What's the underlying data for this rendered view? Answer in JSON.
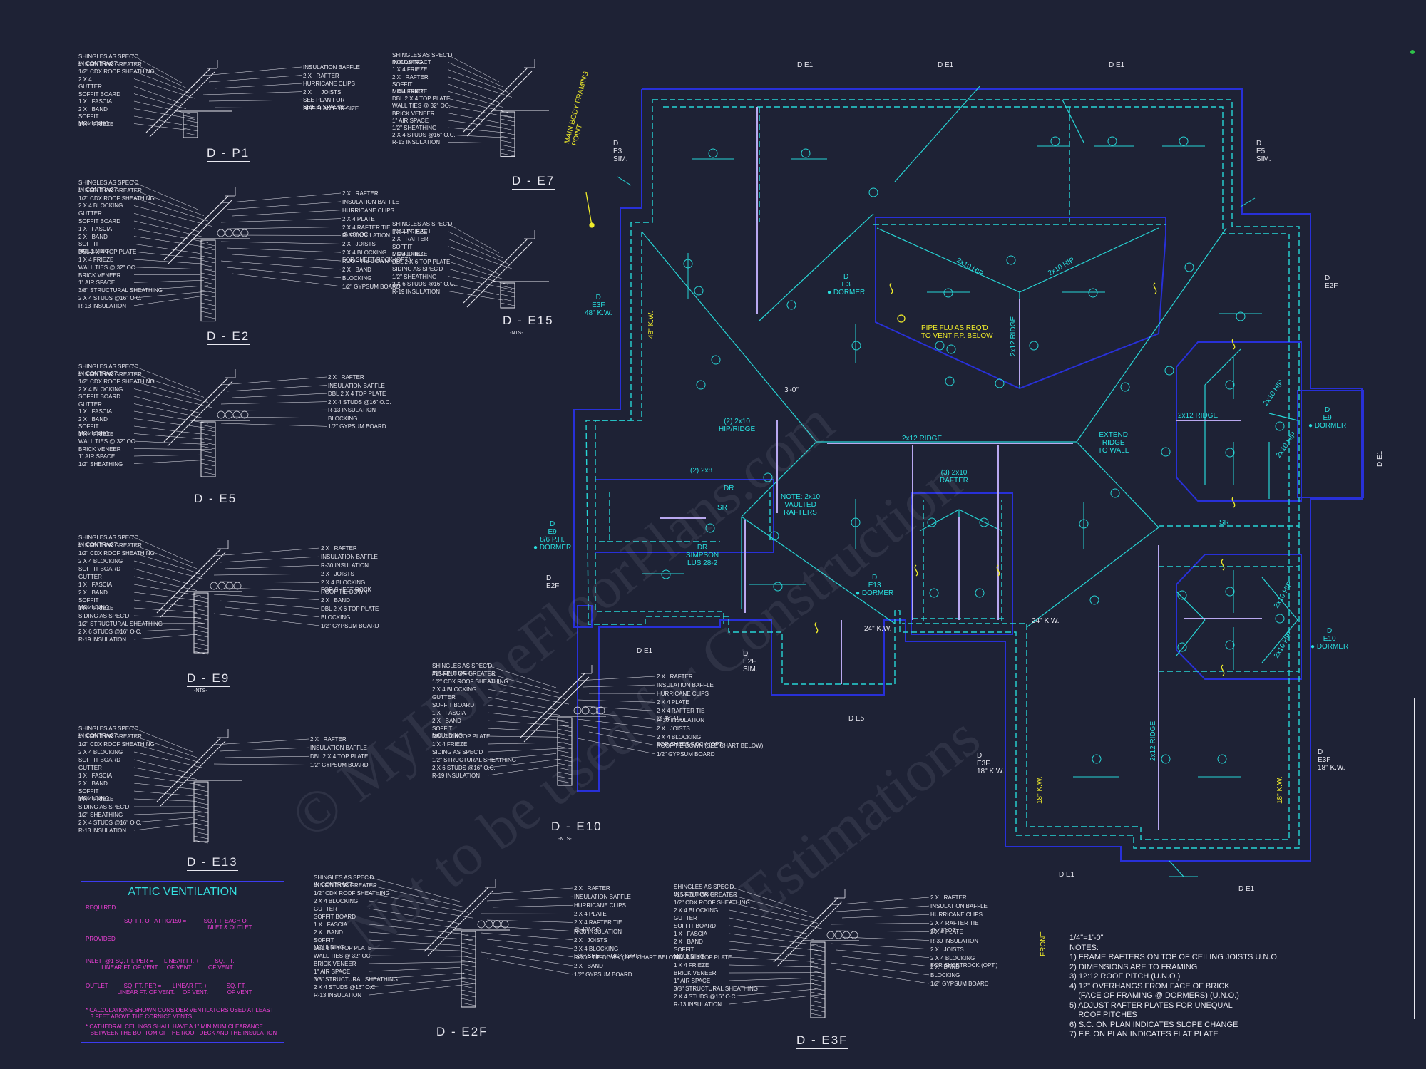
{
  "details": [
    {
      "id": "d-p1",
      "title": "D - P1",
      "labels": [
        "SHINGLES AS SPEC'D\nIN CONTRACT",
        "#15 FELT OR GREATER",
        "1/2\" CDX ROOF SHEATHING",
        "2 X 4",
        "GUTTER",
        "SOFFIT BOARD",
        "1 X   FASCIA",
        "2 X   BAND",
        "SOFFIT\nMOULDING",
        "1 X 4 FRIEZE"
      ],
      "right": [
        "INSULATION BAFFLE",
        "2 X   RAFTER",
        "HURRICANE CLIPS",
        "2 X __ JOISTS",
        "SEE PLAN FOR\nSIZE & SPACING",
        "SEE PLAN FOR SIZE"
      ]
    },
    {
      "id": "d-e2",
      "title": "D - E2",
      "labels": [
        "SHINGLES AS SPEC'D\nIN CONTRACT",
        "#15 FELT OR GREATER",
        "1/2\" CDX ROOF SHEATHING",
        "2 X 4 BLOCKING",
        "GUTTER",
        "SOFFIT BOARD",
        "1 X   FASCIA",
        "2 X   BAND",
        "SOFFIT\nMOULDING",
        "DBL 2 X 4 TOP PLATE",
        "1 X 4 FRIEZE",
        "WALL TIES @ 32\" OC.",
        "BRICK VENEER",
        "1\" AIR SPACE",
        "3/8\" STRUCTURAL SHEATHING",
        "2 X 4 STUDS @16\" O.C.",
        "R-13 INSULATION"
      ],
      "right": [
        "2 X   RAFTER",
        "INSULATION BAFFLE",
        "HURRICANE CLIPS",
        "2 X 4 PLATE",
        "2 X 4 RAFTER TIE\n@ 48\" OC.",
        "R-30 INSULATION",
        "2 X   JOISTS",
        "2 X 4 BLOCKING\nFOR SHEET ROCK (OPT.)",
        "ROOF TIE DOWN",
        "2 X   BAND",
        "BLOCKING",
        "1/2\" GYPSUM BOARD"
      ]
    },
    {
      "id": "d-e5",
      "title": "D - E5",
      "labels": [
        "SHINGLES AS SPEC'D\nIN CONTRACT",
        "#15 FELT OR GREATER",
        "1/2\" CDX ROOF SHEATHING",
        "2 X 4 BLOCKING",
        "SOFFIT BOARD",
        "GUTTER",
        "1 X   FASCIA",
        "2 X   BAND",
        "SOFFIT\nMOULDING",
        "1 X 4 FRIEZE",
        "WALL TIES @ 32\" OC.",
        "BRICK VENEER",
        "1\" AIR SPACE",
        "1/2\" SHEATHING"
      ],
      "right": [
        "2 X   RAFTER",
        "INSULATION BAFFLE",
        "DBL 2 X 4 TOP PLATE",
        "2 X 4 STUDS @16\" O.C.",
        "R-13 INSULATION",
        "BLOCKING",
        "1/2\" GYPSUM BOARD"
      ]
    },
    {
      "id": "d-e9",
      "title": "D - E9",
      "nts": "-NTS-",
      "labels": [
        "SHINGLES AS SPEC'D\nIN CONTRACT",
        "#15 FELT OR GREATER",
        "1/2\" CDX ROOF SHEATHING",
        "2 X 4 BLOCKING",
        "SOFFIT BOARD",
        "GUTTER",
        "1 X   FASCIA",
        "2 X   BAND",
        "SOFFIT\nMOULDING",
        "1 X 4 FRIEZE",
        "SIDING AS SPEC'D",
        "1/2\" STRUCTURAL SHEATHING",
        "2 X 6 STUDS @16\" O.C.",
        "R-19 INSULATION"
      ],
      "right": [
        "2 X   RAFTER",
        "INSULATION BAFFLE",
        "R-30 INSULATION",
        "2 X   JOISTS",
        "2 X 4 BLOCKING\nFOR SHEET ROCK",
        "ROOF TIE DOWN",
        "2 X   BAND",
        "DBL 2 X 6 TOP PLATE",
        "BLOCKING",
        "1/2\" GYPSUM BOARD"
      ]
    },
    {
      "id": "d-e13",
      "title": "D - E13",
      "labels": [
        "SHINGLES AS SPEC'D\nIN CONTRACT",
        "#15 FELT OR GREATER",
        "1/2\" CDX ROOF SHEATHING",
        "2 X 4 BLOCKING",
        "SOFFIT BOARD",
        "GUTTER",
        "1 X   FASCIA",
        "2 X   BAND",
        "SOFFIT\nMOULDING",
        "1 X 4 FRIEZE",
        "SIDING AS SPEC'D",
        "1/2\" SHEATHING",
        "2 X 4 STUDS @16\" O.C.",
        "R-13 INSULATION"
      ],
      "right": [
        "2 X   RAFTER",
        "INSULATION BAFFLE",
        "DBL 2 X 4 TOP PLATE",
        "1/2\" GYPSUM BOARD"
      ]
    },
    {
      "id": "d-e7",
      "title": "D - E7",
      "labels": [
        "SHINGLES AS SPEC'D\nIN CONTRACT",
        "MOULDING",
        "1 X 4 FRIEZE",
        "2 X   RAFTER",
        "SOFFIT\nMOULDING",
        "1 X 4 FRIEZE",
        "DBL 2 X 4 TOP PLATE",
        "WALL TIES @ 32\" OC.",
        "BRICK VENEER",
        "1\" AIR SPACE",
        "1/2\" SHEATHING",
        "2 X 4 STUDS @16\" O.C.",
        "R-13 INSULATION"
      ],
      "right": []
    },
    {
      "id": "d-e15",
      "title": "D - E15",
      "nts": "-NTS-",
      "labels": [
        "SHINGLES AS SPEC'D\nIN CONTRACT",
        "1 X 4 FRIEZE",
        "2 X   RAFTER",
        "SOFFIT\nMOULDING",
        "1 X 4 FRIEZE",
        "DBL 2 X 6 TOP PLATE",
        "SIDING AS SPEC'D",
        "1/2\" SHEATHING",
        "2 X 6 STUDS @16\" O.C.",
        "R-19 INSULATION"
      ],
      "right": []
    },
    {
      "id": "d-e10",
      "title": "D - E10",
      "nts": "-NTS-",
      "labels": [
        "SHINGLES AS SPEC'D\nIN CONTRACT",
        "#15 FELT OR GREATER",
        "1/2\" CDX ROOF SHEATHING",
        "2 X 4 BLOCKING",
        "GUTTER",
        "SOFFIT BOARD",
        "1 X   FASCIA",
        "2 X   BAND",
        "SOFFIT\nMOULDING",
        "DBL 2 X 6 TOP PLATE",
        "1 X 4 FRIEZE",
        "SIDING AS SPEC'D",
        "1/2\" STRUCTURAL SHEATHING",
        "2 X 6 STUDS @16\" O.C.",
        "R-19 INSULATION"
      ],
      "right": [
        "2 X   RAFTER",
        "INSULATION BAFFLE",
        "HURRICANE CLIPS",
        "2 X 4 PLATE",
        "2 X 4 RAFTER TIE\n@ 48\" OC.",
        "R-30 INSULATION",
        "2 X   JOISTS",
        "2 X 4 BLOCKING\nFOR SHEET ROCK (OPT.)",
        "ROOF TIE DOWN (SEE CHART BELOW)",
        "1/2\" GYPSUM BOARD"
      ]
    },
    {
      "id": "d-e2f",
      "title": "D - E2F",
      "labels": [
        "SHINGLES AS SPEC'D\nIN CONTRACT",
        "#15 FELT OR GREATER",
        "1/2\" CDX ROOF SHEATHING",
        "2 X 4 BLOCKING",
        "GUTTER",
        "SOFFIT BOARD",
        "1 X   FASCIA",
        "2 X   BAND",
        "SOFFIT\nMOULDING",
        "DBL 2 X 4 TOP PLATE",
        "WALL TIES @ 32\" OC.",
        "BRICK VENEER",
        "1\" AIR SPACE",
        "3/8\" STRUCTURAL SHEATHING",
        "2 X 4 STUDS @16\" O.C.",
        "R-13 INSULATION"
      ],
      "right": [
        "2 X   RAFTER",
        "INSULATION BAFFLE",
        "HURRICANE CLIPS",
        "2 X 4 PLATE",
        "2 X 4 RAFTER TIE\n@ 48\" OC.",
        "R-30 INSULATION",
        "2 X   JOISTS",
        "2 X 4 BLOCKING\nFOR SHEETROCK (OPT.)",
        "ROOF TIE DOWN (SEE CHART BELOW)",
        "2 X   BAND",
        "1/2\" GYPSUM BOARD"
      ]
    },
    {
      "id": "d-e3f",
      "title": "D - E3F",
      "labels": [
        "SHINGLES AS SPEC'D\nIN CONTRACT",
        "#15 FELT OR GREATER",
        "1/2\" CDX ROOF SHEATHING",
        "2 X 4 BLOCKING",
        "GUTTER",
        "SOFFIT BOARD",
        "1 X   FASCIA",
        "2 X   BAND",
        "SOFFIT\nMOULDING",
        "DBL 2 X 4 TOP PLATE",
        "1 X 4 FRIEZE",
        "BRICK VENEER",
        "1\" AIR SPACE",
        "3/8\" STRUCTURAL SHEATHING",
        "2 X 4 STUDS @16\" O.C.",
        "R-13 INSULATION"
      ],
      "right": [
        "2 X   RAFTER",
        "INSULATION BAFFLE",
        "HURRICANE CLIPS",
        "2 X 4 RAFTER TIE\n@ 48\" OC.",
        "2 X 4 PLATE",
        "R-30 INSULATION",
        "2 X   JOISTS",
        "2 X 4 BLOCKING\nFOR SHEETROCK (OPT.)",
        "2 X   BAND",
        "BLOCKING",
        "1/2\" GYPSUM BOARD"
      ]
    }
  ],
  "attic": {
    "title": "ATTIC VENTILATION",
    "required": "REQUIRED",
    "required_eq": "SQ. FT. OF ATTIC/150 =           SQ. FT. EACH OF\n                                                    INLET & OUTLET",
    "provided": "PROVIDED",
    "inlet": "INLET  @1 SQ. FT. PER =       LINEAR FT. +          SQ. FT.\n          LINEAR FT. OF VENT.     OF VENT.          OF VENT.",
    "outlet": "OUTLET          SQ. FT. PER =       LINEAR FT. +            SQ. FT.\n                    LINEAR FT. OF VENT.     OF VENT.            OF VENT.",
    "note1": "* CALCULATIONS SHOWN CONSIDER VENTILATORS USED AT LEAST\n   3 FEET ABOVE THE CORNICE VENTS",
    "note2": "* CATHEDRAL CEILINGS SHALL HAVE A 1\" MINIMUM CLEARANCE\n   BETWEEN THE BOTTOM OF THE ROOF DECK AND THE INSULATION"
  },
  "plan_labels": {
    "main_body": "MAIN BODY FRAMING\nPOINT",
    "pipe": "PIPE FLU AS REQ'D\nTO VENT F.P. BELOW",
    "extend": "EXTEND\nRIDGE\nTO WALL",
    "vaulted": "NOTE: 2x10\nVAULTED\nRAFTERS",
    "ridge_main": "2x12 RIDGE",
    "ridge_right": "2x12 RIDGE",
    "ridge_v1": "2x12 RIDGE",
    "ridge_v2": "2x12 RIDGE",
    "hip_ridge": "(2) 2x10\nHIP/RIDGE",
    "rafter3": "(3) 2x10\nRAFTER",
    "dr_2x8": "(2) 2x8",
    "dr": "DR",
    "dr_simpson": "DR\nSIMPSON\nLUS 28-2",
    "sr1": "SR",
    "sr2": "SR",
    "hip1": "2x10 HIP",
    "hip2": "2x10 HIP",
    "hip3": "2x10 HIP",
    "hip4": "2x10 HIP",
    "hip5": "2x10 HIP",
    "hip6": "2x10 HIP",
    "dim": "3'-0\"",
    "e3f_48": "D\nE3F\n48\" K.W.",
    "kw48": "48\" K.W.",
    "kw24a": "24\" K.W.",
    "kw24b": "24\" K.W.",
    "kw18a": "18\" K.W.",
    "kw18b": "18\" K.W.",
    "e3f_18a": "D\nE3F\n18\" K.W.",
    "e3f_18b": "D\nE3F\n18\" K.W.",
    "e3_dormer1": "D\nE3\n● DORMER",
    "e13_dormer": "D\nE13\n● DORMER",
    "e9_dormer": "D\nE9\n● DORMER",
    "e10_dormer": "D\nE10\n● DORMER",
    "e9_ph": "D\nE9\n8/6 P.H.\n● DORMER",
    "e2f_a": "D\nE2F",
    "e2f_b": "D\nE2F",
    "e3_sim": "D\nE3\nSIM.",
    "e5_sim": "D\nE5\nSIM.",
    "e2f_sim": "D\nE2F\nSIM.",
    "front": "FRONT",
    "d_e1_top1": "D E1",
    "d_e1_top2": "D E1",
    "d_e1_top3": "D E1",
    "d_e1_bot1": "D E1",
    "d_e1_bot2": "D E1",
    "d_e1_mid": "D E1",
    "d_e5": "D E5",
    "d_e3_side": "D E1"
  },
  "notes": {
    "scale": "1/4\"=1'-0\"",
    "header": "NOTES:",
    "items": [
      "1) FRAME RAFTERS ON TOP OF CEILING JOISTS U.N.O.",
      "2) DIMENSIONS ARE TO FRAMING",
      "3) 12:12 ROOF PITCH (U.N.O.)",
      "4) 12\" OVERHANGS FROM FACE OF BRICK",
      "    (FACE OF FRAMING @ DORMERS) (U.N.O.)",
      "5) ADJUST RAFTER PLATES FOR UNEQUAL",
      "    ROOF PITCHES",
      "6) S.C. ON PLAN INDICATES SLOPE CHANGE",
      "7) F.P. ON PLAN INDICATES FLAT PLATE"
    ]
  },
  "watermark": [
    "© MyHomeFloorPlans.com",
    "Not to be used for Construction",
    "Estimations"
  ],
  "colors": {
    "background": "#1e2235",
    "wall": "#2830d8",
    "framing": "#27d6d6",
    "label": "#e8e8f0",
    "note": "#f0ec2a",
    "attic": "#f040d8"
  }
}
